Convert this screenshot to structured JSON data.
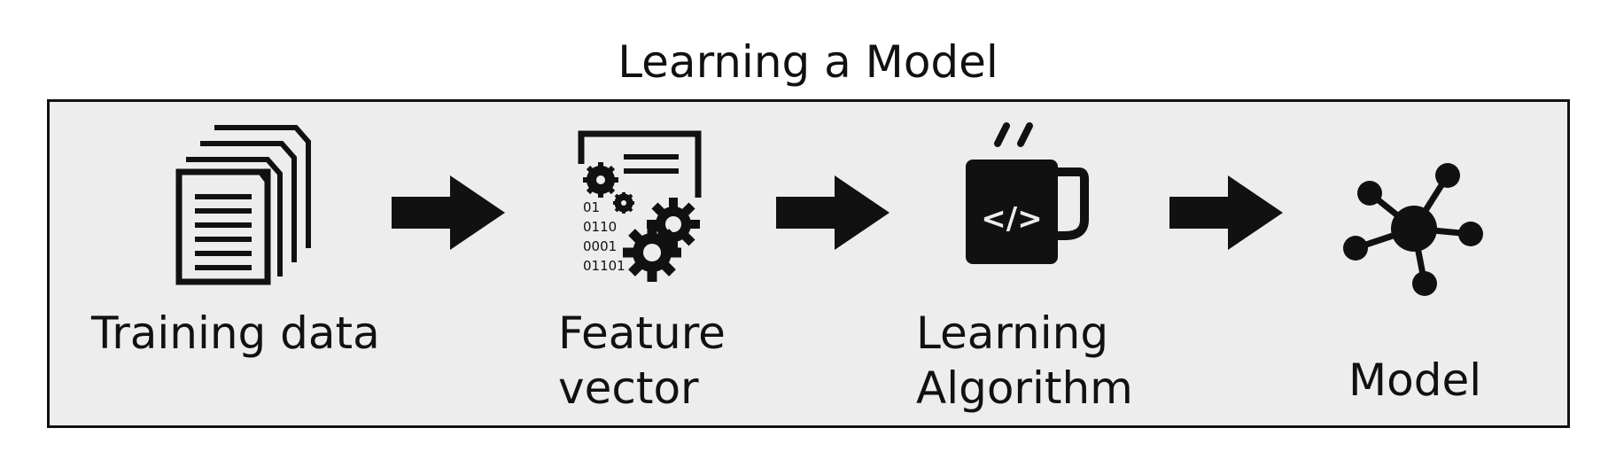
{
  "diagram": {
    "title": "Learning a Model",
    "stages": [
      {
        "id": "training-data",
        "label_lines": [
          "Training data"
        ],
        "icon": "documents-icon"
      },
      {
        "id": "feature-vector",
        "label_lines": [
          "Feature",
          "vector"
        ],
        "icon": "feature-vector-icon",
        "icon_text": [
          "01",
          "0110",
          "0001",
          "01101"
        ]
      },
      {
        "id": "learning-algorithm",
        "label_lines": [
          "Learning",
          "Algorithm"
        ],
        "icon": "code-mug-icon",
        "icon_text": "</>"
      },
      {
        "id": "model",
        "label_lines": [
          "Model"
        ],
        "icon": "network-node-icon"
      }
    ],
    "connectors": [
      "arrow-icon",
      "arrow-icon",
      "arrow-icon"
    ],
    "colors": {
      "panel_fill": "#ededed",
      "ink": "#111111",
      "background": "#ffffff"
    }
  }
}
